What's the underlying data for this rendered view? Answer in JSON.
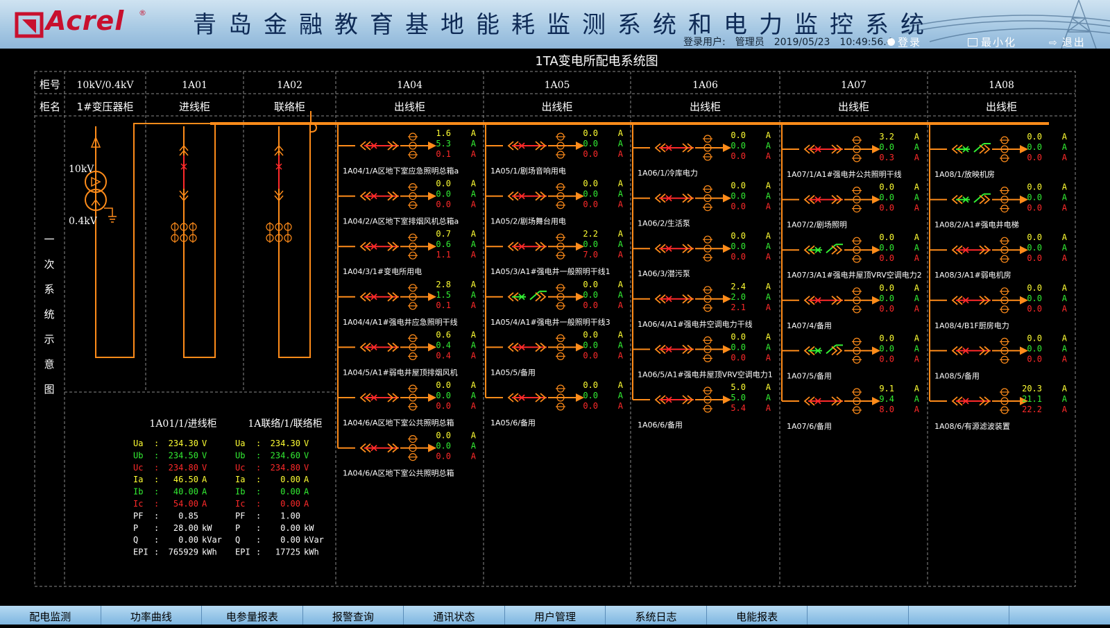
{
  "header": {
    "logo_text": "Acrel",
    "logo_mark": "®",
    "title": "青岛金融教育基地能耗监测系统和电力监控系统",
    "user_label": "登录用户:",
    "user": "管理员",
    "date": "2019/05/23",
    "time": "10:49:56.4",
    "login": "登录",
    "minimize": "最小化",
    "exit": "退出"
  },
  "page_title": "1TA变电所配电系统图",
  "table": {
    "row1_label": "柜号",
    "row2_label": "柜名",
    "cabinets": [
      {
        "id": "10kV/0.4kV",
        "name": "1#变压器柜"
      },
      {
        "id": "1A01",
        "name": "进线柜"
      },
      {
        "id": "1A02",
        "name": "联络柜"
      },
      {
        "id": "1A04",
        "name": "出线柜"
      },
      {
        "id": "1A05",
        "name": "出线柜"
      },
      {
        "id": "1A06",
        "name": "出线柜"
      },
      {
        "id": "1A07",
        "name": "出线柜"
      },
      {
        "id": "1A08",
        "name": "出线柜"
      }
    ],
    "side_label": "一次系统示意图"
  },
  "transformer": {
    "hv": "10kV",
    "lv": "0.4kV"
  },
  "colors": {
    "bus": "#ff8c1a",
    "red": "#ff2a2a",
    "green": "#33ee33",
    "yellow": "#ffff33",
    "white": "#ffffff"
  },
  "meters": [
    {
      "title": "1A01/1/进线柜",
      "rows": [
        {
          "k": "Ua",
          "v": "234.30",
          "u": "V",
          "c": "yellow"
        },
        {
          "k": "Ub",
          "v": "234.50",
          "u": "V",
          "c": "green"
        },
        {
          "k": "Uc",
          "v": "234.80",
          "u": "V",
          "c": "red"
        },
        {
          "k": "Ia",
          "v": "46.50",
          "u": "A",
          "c": "yellow"
        },
        {
          "k": "Ib",
          "v": "40.00",
          "u": "A",
          "c": "green"
        },
        {
          "k": "Ic",
          "v": "54.00",
          "u": "A",
          "c": "red"
        },
        {
          "k": "PF",
          "v": "0.85",
          "u": "",
          "c": "white"
        },
        {
          "k": "P",
          "v": "28.00",
          "u": "kW",
          "c": "white"
        },
        {
          "k": "Q",
          "v": "0.00",
          "u": "kVar",
          "c": "white"
        },
        {
          "k": "EPI",
          "v": "765929",
          "u": "kWh",
          "c": "white"
        }
      ]
    },
    {
      "title": "1A联络/1/联络柜",
      "rows": [
        {
          "k": "Ua",
          "v": "234.30",
          "u": "V",
          "c": "yellow"
        },
        {
          "k": "Ub",
          "v": "234.60",
          "u": "V",
          "c": "green"
        },
        {
          "k": "Uc",
          "v": "234.80",
          "u": "V",
          "c": "red"
        },
        {
          "k": "Ia",
          "v": "0.00",
          "u": "A",
          "c": "yellow"
        },
        {
          "k": "Ib",
          "v": "0.00",
          "u": "A",
          "c": "green"
        },
        {
          "k": "Ic",
          "v": "0.00",
          "u": "A",
          "c": "red"
        },
        {
          "k": "PF",
          "v": "1.00",
          "u": "",
          "c": "white"
        },
        {
          "k": "P",
          "v": "0.00",
          "u": "kW",
          "c": "white"
        },
        {
          "k": "Q",
          "v": "0.00",
          "u": "kVar",
          "c": "white"
        },
        {
          "k": "EPI",
          "v": "17725",
          "u": "kWh",
          "c": "white"
        }
      ]
    }
  ],
  "feeder_columns": [
    {
      "cabinet": "1A04",
      "feeders": [
        {
          "name": "1A04/1/A区地下室应急照明总箱a",
          "state": "closed",
          "ia": "1.6",
          "ib": "5.3",
          "ic": "0.1"
        },
        {
          "name": "1A04/2/A区地下室排烟风机总箱a",
          "state": "closed",
          "ia": "0.0",
          "ib": "0.0",
          "ic": "0.0"
        },
        {
          "name": "1A04/3/1#变电所用电",
          "state": "closed",
          "ia": "0.7",
          "ib": "0.6",
          "ic": "1.1"
        },
        {
          "name": "1A04/4/A1#强电井应急照明干线",
          "state": "closed",
          "ia": "2.8",
          "ib": "1.5",
          "ic": "0.1"
        },
        {
          "name": "1A04/5/A1#弱电井屋顶排烟风机",
          "state": "closed",
          "ia": "0.6",
          "ib": "0.4",
          "ic": "0.4"
        },
        {
          "name": "1A04/6/A区地下室公共照明总箱",
          "state": "closed",
          "ia": "0.0",
          "ib": "0.0",
          "ic": "0.0"
        },
        {
          "name": "1A04/6/A区地下室公共照明总箱",
          "state": "closed",
          "ia": "0.0",
          "ib": "0.0",
          "ic": "0.0"
        }
      ]
    },
    {
      "cabinet": "1A05",
      "feeders": [
        {
          "name": "1A05/1/剧场音响用电",
          "state": "closed",
          "ia": "0.0",
          "ib": "0.0",
          "ic": "0.0"
        },
        {
          "name": "1A05/2/剧场舞台用电",
          "state": "closed",
          "ia": "0.0",
          "ib": "0.0",
          "ic": "0.0"
        },
        {
          "name": "1A05/3/A1#强电井一般照明干线1",
          "state": "closed",
          "ia": "2.2",
          "ib": "0.0",
          "ic": "7.0"
        },
        {
          "name": "1A05/4/A1#强电井一般照明干线3",
          "state": "open",
          "ia": "0.0",
          "ib": "0.0",
          "ic": "0.0"
        },
        {
          "name": "1A05/5/备用",
          "state": "closed",
          "ia": "0.0",
          "ib": "0.0",
          "ic": "0.0"
        },
        {
          "name": "1A05/6/备用",
          "state": "closed",
          "ia": "0.0",
          "ib": "0.0",
          "ic": "0.0"
        }
      ]
    },
    {
      "cabinet": "1A06",
      "feeders": [
        {
          "name": "1A06/1/冷库电力",
          "state": "closed",
          "ia": "0.0",
          "ib": "0.0",
          "ic": "0.0"
        },
        {
          "name": "1A06/2/生活泵",
          "state": "closed",
          "ia": "0.0",
          "ib": "0.0",
          "ic": "0.0"
        },
        {
          "name": "1A06/3/潜污泵",
          "state": "closed",
          "ia": "0.0",
          "ib": "0.0",
          "ic": "0.0"
        },
        {
          "name": "1A06/4/A1#强电井空调电力干线",
          "state": "closed",
          "ia": "2.4",
          "ib": "2.0",
          "ic": "2.1"
        },
        {
          "name": "1A06/5/A1#强电井屋顶VRV空调电力1",
          "state": "closed",
          "ia": "0.0",
          "ib": "0.0",
          "ic": "0.0"
        },
        {
          "name": "1A06/6/备用",
          "state": "closed",
          "ia": "5.0",
          "ib": "5.0",
          "ic": "5.4"
        }
      ]
    },
    {
      "cabinet": "1A07",
      "feeders": [
        {
          "name": "1A07/1/A1#强电井公共照明干线",
          "state": "closed",
          "ia": "3.2",
          "ib": "0.0",
          "ic": "0.3"
        },
        {
          "name": "1A07/2/剧场照明",
          "state": "closed",
          "ia": "0.0",
          "ib": "0.0",
          "ic": "0.0"
        },
        {
          "name": "1A07/3/A1#强电井屋顶VRV空调电力2",
          "state": "open",
          "ia": "0.0",
          "ib": "0.0",
          "ic": "0.0"
        },
        {
          "name": "1A07/4/备用",
          "state": "closed",
          "ia": "0.0",
          "ib": "0.0",
          "ic": "0.0"
        },
        {
          "name": "1A07/5/备用",
          "state": "open",
          "ia": "0.0",
          "ib": "0.0",
          "ic": "0.0"
        },
        {
          "name": "1A07/6/备用",
          "state": "closed",
          "ia": "9.1",
          "ib": "9.4",
          "ic": "8.0"
        }
      ]
    },
    {
      "cabinet": "1A08",
      "feeders": [
        {
          "name": "1A08/1/放映机房",
          "state": "open",
          "ia": "0.0",
          "ib": "0.0",
          "ic": "0.0"
        },
        {
          "name": "1A08/2/A1#强电井电梯",
          "state": "open",
          "ia": "0.0",
          "ib": "0.0",
          "ic": "0.0"
        },
        {
          "name": "1A08/3/A1#弱电机房",
          "state": "closed",
          "ia": "0.0",
          "ib": "0.0",
          "ic": "0.0"
        },
        {
          "name": "1A08/4/B1F厨房电力",
          "state": "closed",
          "ia": "0.0",
          "ib": "0.0",
          "ic": "0.0"
        },
        {
          "name": "1A08/5/备用",
          "state": "closed",
          "ia": "0.0",
          "ib": "0.0",
          "ic": "0.0"
        },
        {
          "name": "1A08/6/有源滤波装置",
          "state": "closed",
          "ia": "20.3",
          "ib": "21.1",
          "ic": "22.2"
        }
      ]
    }
  ],
  "unit_A": "A",
  "meter_sep": ":",
  "nav": [
    "配电监测",
    "功率曲线",
    "电参量报表",
    "报警查询",
    "通讯状态",
    "用户管理",
    "系统日志",
    "电能报表",
    "",
    "",
    ""
  ]
}
